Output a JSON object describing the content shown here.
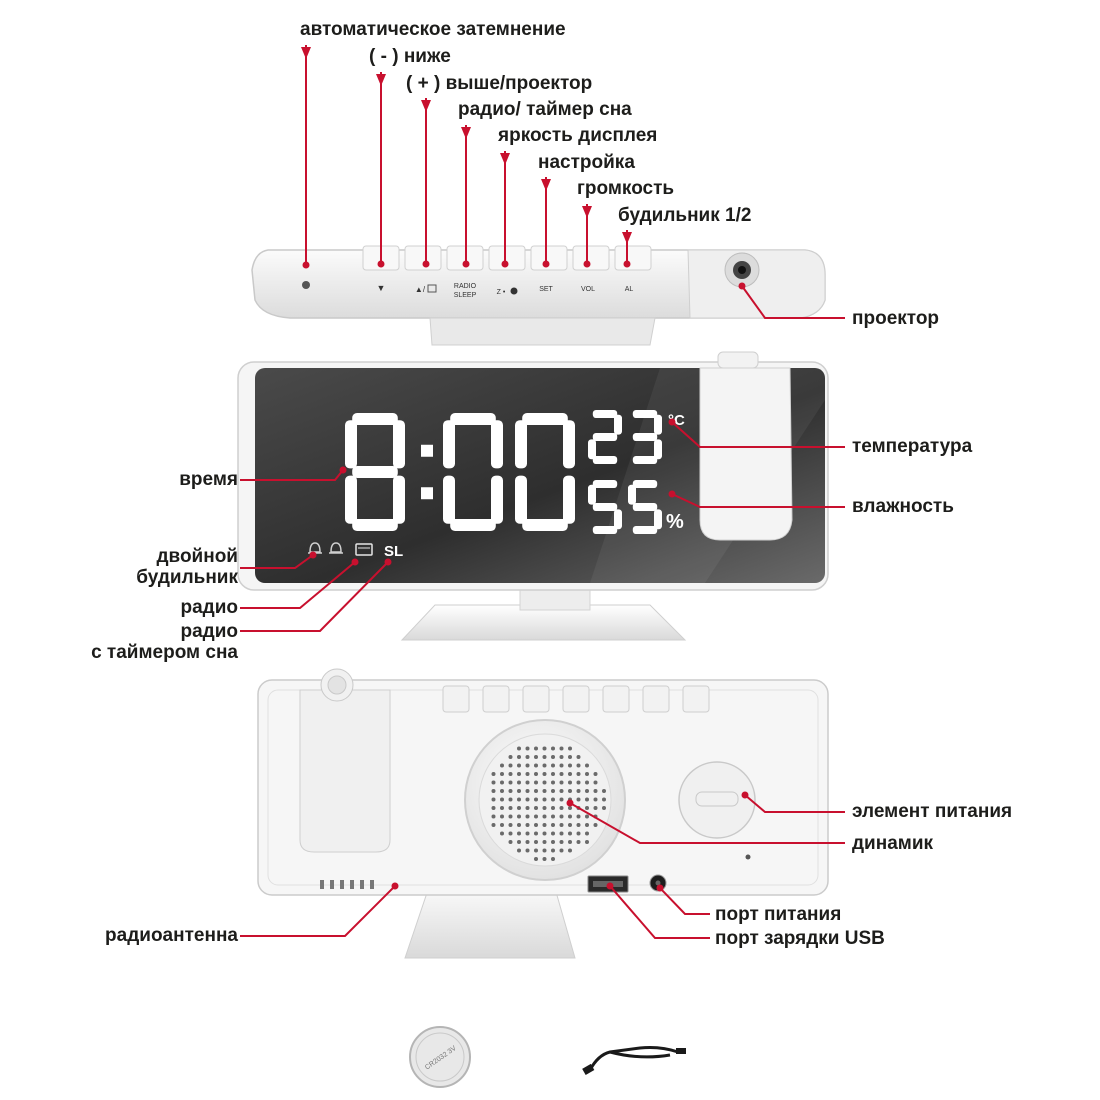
{
  "colors": {
    "callout_line": "#c8102e",
    "label_text": "#1d1d1b",
    "device_body": "#f4f4f4",
    "device_edge": "#c9c9c9",
    "display_bg": "#3a3a3a",
    "segment": "#ffffff"
  },
  "top_view": {
    "labels": {
      "auto_dim": "автоматическое затемнение",
      "minus_lower": "( - ) ниже",
      "plus_higher": "( + ) выше/проектор",
      "radio_sleep": "радио/ таймер сна",
      "brightness": "яркость дисплея",
      "setting": "настройка",
      "volume": "громкость",
      "alarm": "будильник 1/2",
      "projector": "проектор"
    },
    "button_marks": {
      "minus": "▼",
      "plus": "▲/",
      "radio_top": "RADIO",
      "radio_bottom": "SLEEP",
      "brightness": "Z •",
      "set": "SET",
      "vol": "VOL",
      "al": "AL"
    }
  },
  "front_view": {
    "display": {
      "time": "8:00",
      "temperature": "23",
      "temperature_unit": "°C",
      "humidity": "55",
      "humidity_unit": "%",
      "sleep_indicator": "SL"
    },
    "labels": {
      "time": "время",
      "temperature": "температура",
      "humidity": "влажность",
      "dual_alarm_line1": "двойной",
      "dual_alarm_line2": "будильник",
      "radio": "радио",
      "radio_sleep_line1": "радио",
      "radio_sleep_line2": "с таймером сна"
    }
  },
  "back_view": {
    "labels": {
      "battery": "элемент питания",
      "speaker": "динамик",
      "antenna": "радиоантенна",
      "power_port": "порт питания",
      "usb_port": "порт зарядки USB"
    }
  },
  "accessories": {
    "battery_text": "CR2032 3V"
  }
}
